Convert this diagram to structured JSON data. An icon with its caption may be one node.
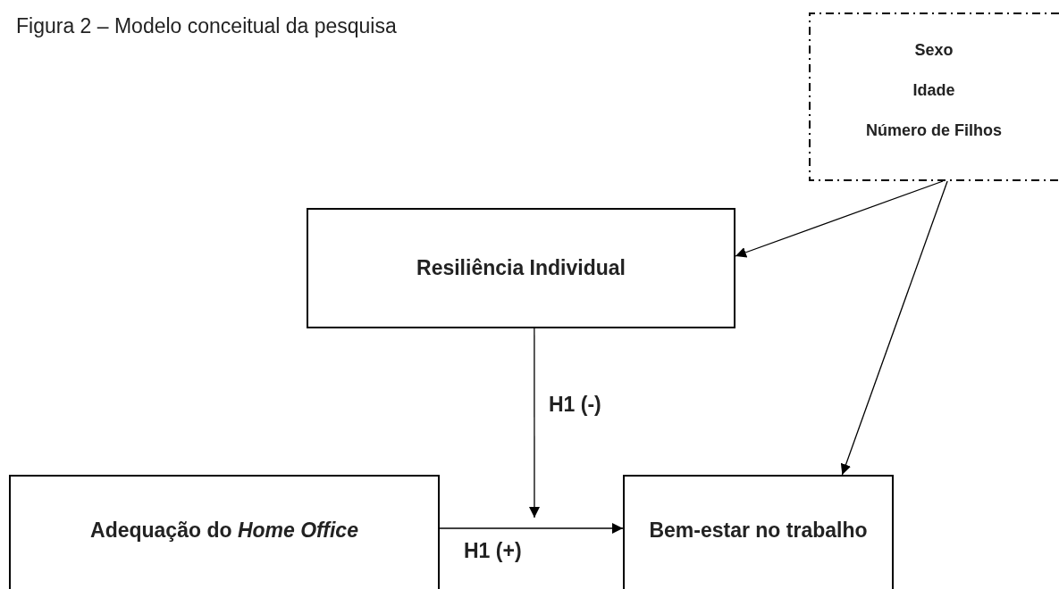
{
  "diagram": {
    "title": "Figura 2 – Modelo conceitual da pesquisa",
    "nodes": [
      {
        "text": [
          "Sexo",
          "Idade",
          "Número de Filhos"
        ]
      },
      {
        "text": [
          "Resiliência Individual"
        ]
      },
      {
        "text": [
          "Adequação do *Home Office*"
        ]
      },
      {
        "text": [
          "Bem-estar no trabalho"
        ]
      }
    ],
    "edges": [
      {
        "from": 0,
        "to": 1,
        "arrow": "to"
      },
      {
        "from": 0,
        "to": 3,
        "arrow": "to"
      },
      {
        "from": 1,
        "to": null,
        "arrow": "to",
        "label": "H1 (-)"
      },
      {
        "from": 2,
        "to": 3,
        "arrow": "to",
        "label": "H1 (+)"
      }
    ]
  }
}
